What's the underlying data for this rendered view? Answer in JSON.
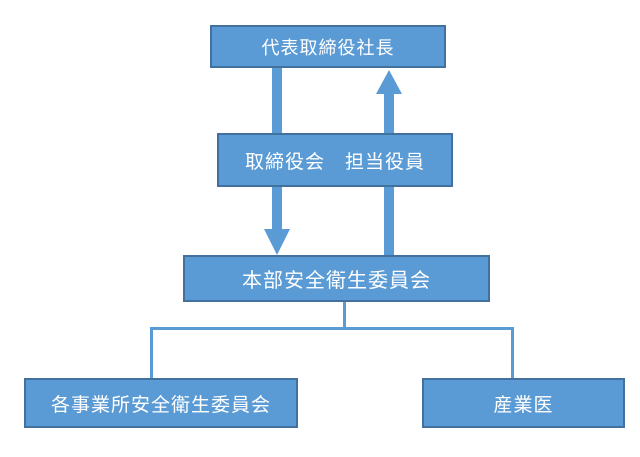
{
  "diagram": {
    "type": "org-chart",
    "colors": {
      "node_fill": "#5B9BD5",
      "node_border": "#41719C",
      "node_text": "#FFFFFF",
      "arrow": "#5B9BD5",
      "connector": "#5B9BD5",
      "canvas_bg": "#FFFFFF"
    },
    "nodes": [
      {
        "id": "president",
        "label": "代表取締役社長"
      },
      {
        "id": "board",
        "label": "取締役会　担当役員"
      },
      {
        "id": "hq-safety-committee",
        "label": "本部安全衛生委員会"
      },
      {
        "id": "site-safety-committees",
        "label": "各事業所安全衛生委員会"
      },
      {
        "id": "industrial-physician",
        "label": "産業医"
      }
    ],
    "edges": [
      {
        "from": "president",
        "to": "hq-safety-committee",
        "style": "thick-arrow",
        "direction": "down",
        "passes_through": "board"
      },
      {
        "from": "hq-safety-committee",
        "to": "president",
        "style": "thick-arrow",
        "direction": "up",
        "passes_through": "board"
      },
      {
        "from": "hq-safety-committee",
        "to": "site-safety-committees",
        "style": "elbow-line"
      },
      {
        "from": "hq-safety-committee",
        "to": "industrial-physician",
        "style": "elbow-line"
      }
    ]
  }
}
